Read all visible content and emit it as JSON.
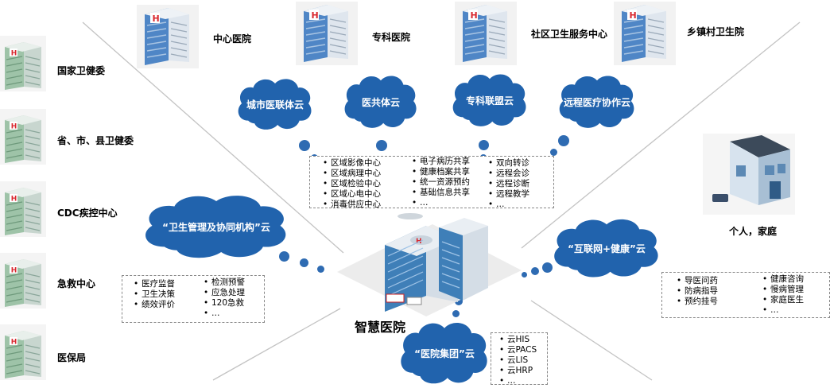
{
  "left_orgs": [
    "国家卫健委",
    "省、市、县卫健委",
    "CDC疾控中心",
    "急救中心",
    "医保局"
  ],
  "top_hospitals": [
    "中心医院",
    "专科医院",
    "社区卫生服务中心",
    "乡镇村卫生院"
  ],
  "clouds": {
    "city": "城市医联体云",
    "yigongti": "医共体云",
    "zhuanke": "专科联盟云",
    "remote": "远程医疗协作云",
    "health_mgmt": "“卫生管理及协同机构”云",
    "internet": "“互联网+健康”云",
    "group": "“医院集团”云"
  },
  "center_title": "智慧医院",
  "person_label": "个人，家庭",
  "lists": {
    "center_col1": [
      "区域影像中心",
      "区域病理中心",
      "区域检验中心",
      "区域心电中心",
      "消毒供应中心"
    ],
    "center_col2": [
      "电子病历共享",
      "健康档案共享",
      "统一资源预约",
      "基础信息共享",
      "…"
    ],
    "center_col3": [
      "双向转诊",
      "远程会诊",
      "远程诊断",
      "远程教学",
      "…"
    ],
    "mgmt_col1": [
      "医疗监督",
      "卫生决策",
      "绩效评价"
    ],
    "mgmt_col2": [
      "检测预警",
      "应急处理",
      "120急救",
      "…"
    ],
    "internet_col1": [
      "导医问药",
      "防病指导",
      "预约挂号"
    ],
    "internet_col2": [
      "健康咨询",
      "慢病管理",
      "家庭医生",
      "…"
    ],
    "group_list": [
      "云HIS",
      "云PACS",
      "云LIS",
      "云HRP",
      "…"
    ]
  },
  "colors": {
    "cloud": "#2163ad",
    "dot": "#2e6bb2",
    "line": "#bfbfbf"
  },
  "icons": {
    "building": "hospital-building-icon",
    "house": "house-icon"
  }
}
